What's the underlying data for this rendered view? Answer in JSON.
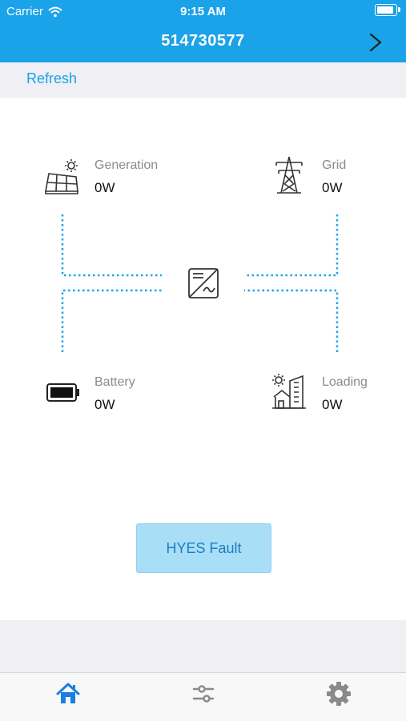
{
  "status_bar": {
    "carrier": "Carrier",
    "time": "9:15 AM",
    "wifi_icon": "wifi-icon",
    "battery_icon": "battery-full-icon",
    "battery_level": 1.0
  },
  "nav": {
    "title": "514730577",
    "next_icon": "chevron-right-icon"
  },
  "toolbar": {
    "refresh_label": "Refresh"
  },
  "flow": {
    "generation": {
      "label": "Generation",
      "value": "0W",
      "icon": "solar-panel-icon"
    },
    "grid": {
      "label": "Grid",
      "value": "0W",
      "icon": "power-tower-icon"
    },
    "battery": {
      "label": "Battery",
      "value": "0W",
      "icon": "battery-icon"
    },
    "loading": {
      "label": "Loading",
      "value": "0W",
      "icon": "home-load-icon"
    },
    "inverter": {
      "icon": "inverter-icon"
    },
    "line_color": "#1aa3e9"
  },
  "fault_button": {
    "label": "HYES Fault"
  },
  "tab_bar": {
    "items": [
      {
        "icon": "home-icon",
        "active": true
      },
      {
        "icon": "sliders-icon",
        "active": false
      },
      {
        "icon": "settings-gear-icon",
        "active": false
      }
    ],
    "active_color": "#1a7fe0",
    "inactive_color": "#8a8a8a"
  },
  "colors": {
    "brand": "#1aa3e9",
    "background": "#ffffff",
    "band": "#efeff4"
  }
}
